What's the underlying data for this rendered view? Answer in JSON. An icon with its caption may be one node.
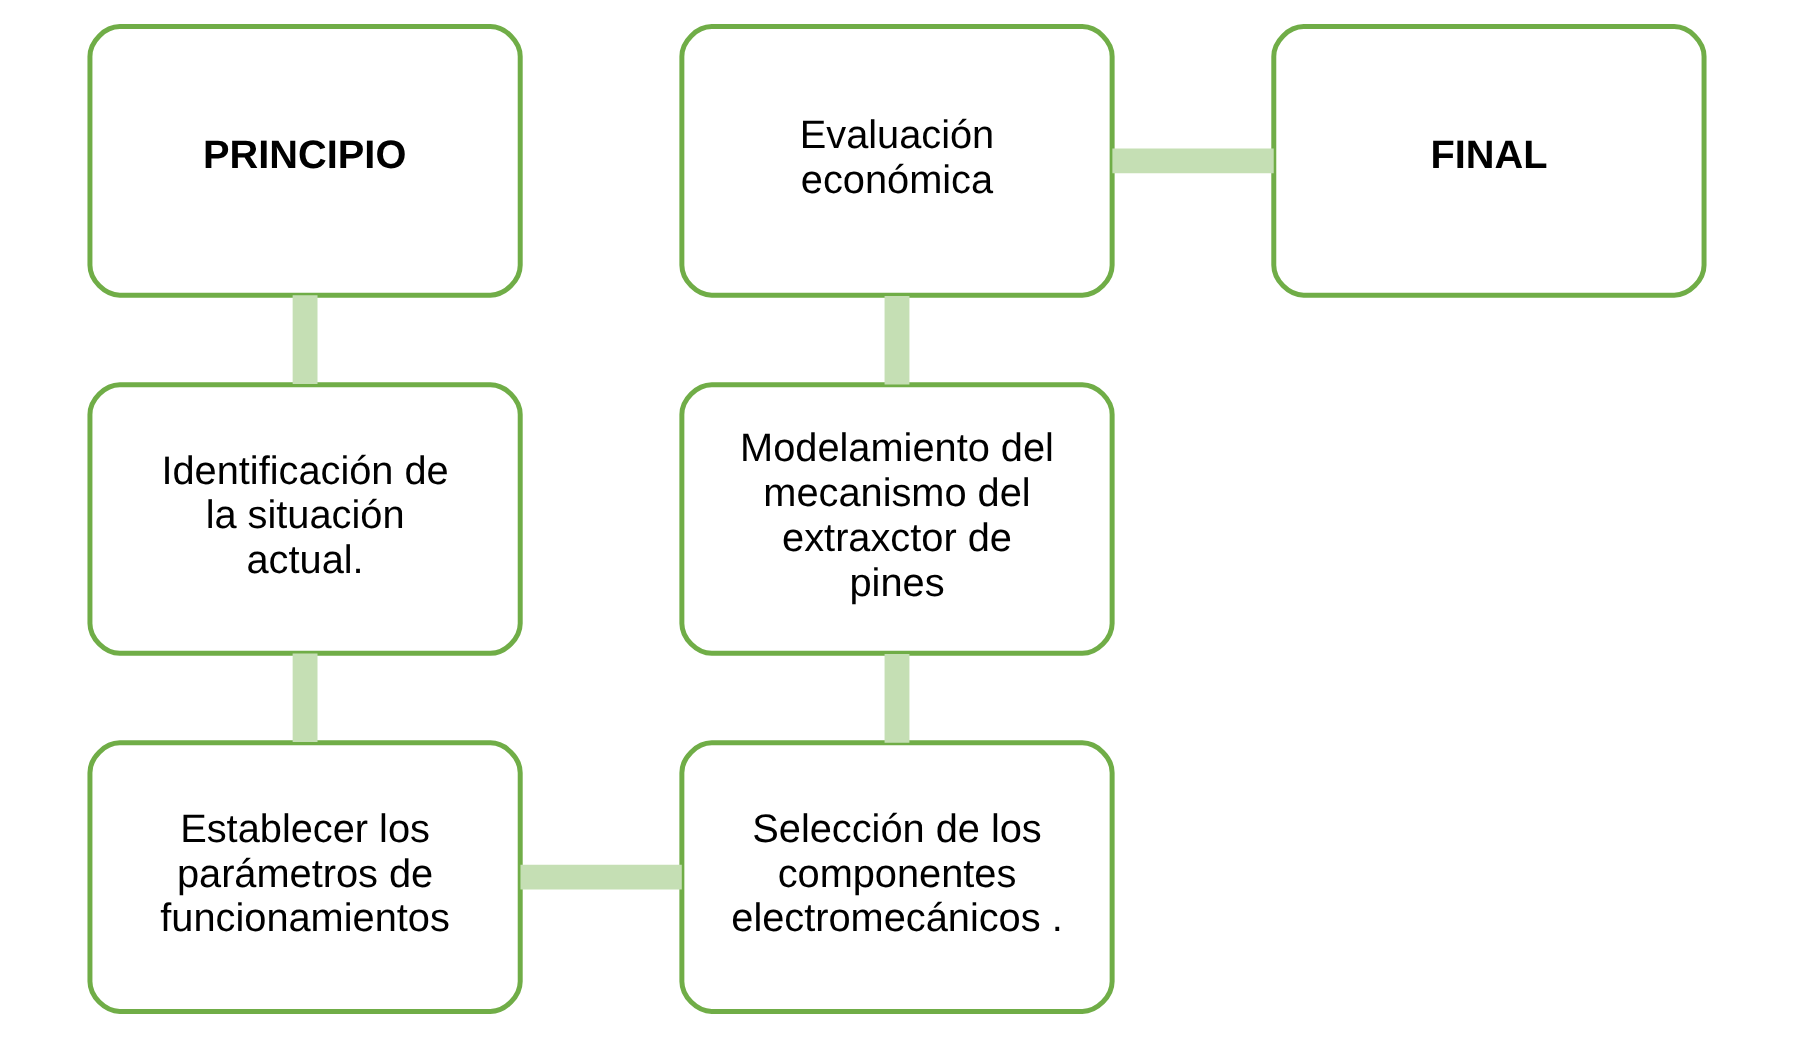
{
  "diagram": {
    "nodes": [
      {
        "text": [
          "PRINCIPIO"
        ]
      },
      {
        "text": [
          "Identificación de la situación actual."
        ]
      },
      {
        "text": [
          "Establecer los parámetros de funcionamientos"
        ]
      },
      {
        "text": [
          "Selección de los componentes electromecánicos ."
        ]
      },
      {
        "text": [
          "Modelamiento del mecanismo del extraxctor de pines"
        ]
      },
      {
        "text": [
          "Evaluación económica"
        ]
      },
      {
        "text": [
          "FINAL"
        ]
      }
    ],
    "edges": [
      {
        "from": 0,
        "to": 1,
        "arrow": "none"
      },
      {
        "from": 1,
        "to": 2,
        "arrow": "none"
      },
      {
        "from": 2,
        "to": 3,
        "arrow": "none"
      },
      {
        "from": 3,
        "to": 4,
        "arrow": "none"
      },
      {
        "from": 4,
        "to": 5,
        "arrow": "none"
      },
      {
        "from": 5,
        "to": 6,
        "arrow": "none"
      }
    ]
  }
}
